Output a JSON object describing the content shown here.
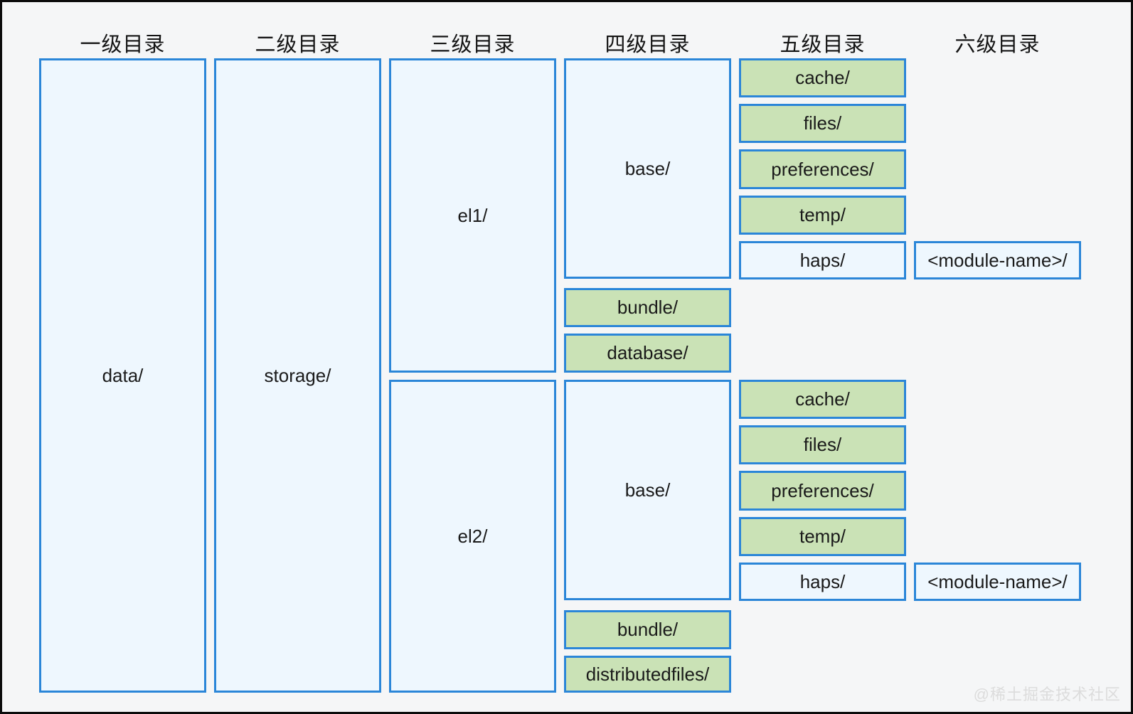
{
  "headers": [
    "一级目录",
    "二级目录",
    "三级目录",
    "四级目录",
    "五级目录",
    "六级目录"
  ],
  "nodes": {
    "data": "data/",
    "storage": "storage/",
    "el1": "el1/",
    "el2": "el2/",
    "el1_base": "base/",
    "el1_bundle": "bundle/",
    "el1_database": "database/",
    "el1_cache": "cache/",
    "el1_files": "files/",
    "el1_preferences": "preferences/",
    "el1_temp": "temp/",
    "el1_haps": "haps/",
    "el1_module": "<module-name>/",
    "el2_base": "base/",
    "el2_bundle": "bundle/",
    "el2_distributedfiles": "distributedfiles/",
    "el2_cache": "cache/",
    "el2_files": "files/",
    "el2_preferences": "preferences/",
    "el2_temp": "temp/",
    "el2_haps": "haps/",
    "el2_module": "<module-name>/"
  },
  "watermark": "@稀土掘金技术社区",
  "colors": {
    "background": "#f5f6f7",
    "outer_border": "#0b0b0b",
    "box_border": "#2b86d8",
    "fill_blue": "#eef7fe",
    "fill_green": "#cae2b6",
    "text": "#1a1a1a",
    "watermark_text": "#dcdcdc"
  }
}
